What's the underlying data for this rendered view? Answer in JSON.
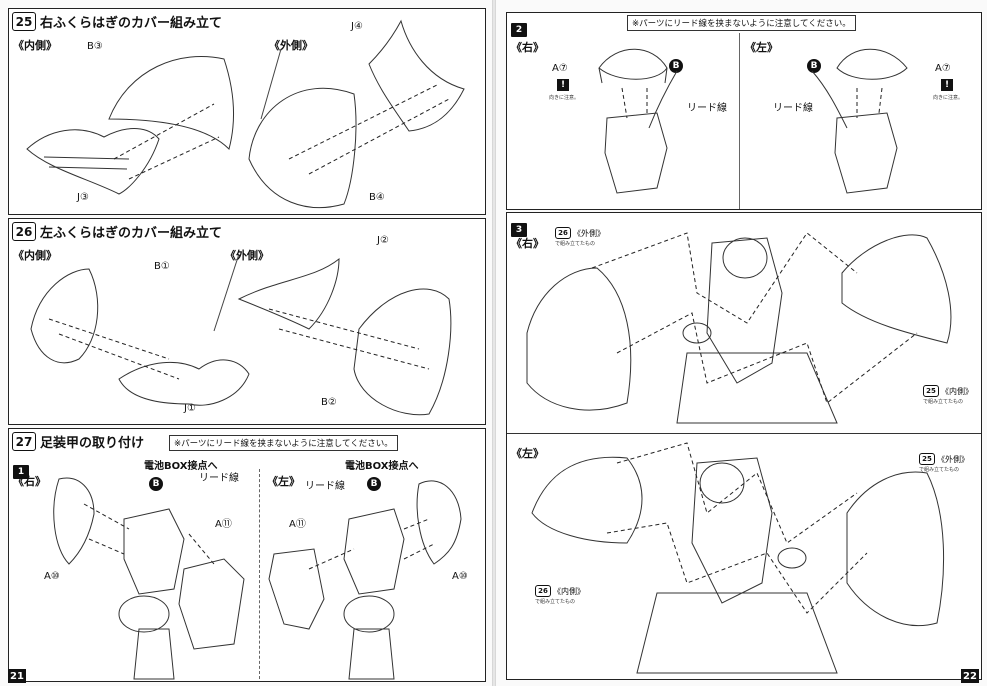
{
  "left_page": {
    "page_number": "21",
    "step25": {
      "number": "25",
      "title": "右ふくらはぎのカバー組み立て",
      "inner_label": "《内側》",
      "outer_label": "《外側》",
      "parts": {
        "b3": "B③",
        "j3": "J③",
        "j4": "J④",
        "b4": "B④"
      }
    },
    "step26": {
      "number": "26",
      "title": "左ふくらはぎのカバー組み立て",
      "inner_label": "《内側》",
      "outer_label": "《外側》",
      "parts": {
        "b1": "B①",
        "j1": "J①",
        "j2": "J②",
        "b2": "B②"
      }
    },
    "step27": {
      "number": "27",
      "title": "足装甲の取り付け",
      "note": "※パーツにリード線を挟まないように注意してください。",
      "sub_number": "1",
      "right_label": "《右》",
      "left_label": "《左》",
      "battery": "電池BOX接点へ",
      "lead_wire": "リード線",
      "marker": "B",
      "parts": {
        "a11": "A⑪",
        "a10": "A⑩"
      }
    }
  },
  "right_page": {
    "page_number": "22",
    "step2": {
      "number": "2",
      "note": "※パーツにリード線を挟まないように注意してください。",
      "right_label": "《右》",
      "left_label": "《左》",
      "part_a7": "A⑦",
      "marker": "B",
      "lead_wire": "リード線",
      "warn_symbol": "!",
      "direction_note": "向きに注意。"
    },
    "step3": {
      "number": "3",
      "right_label": "《右》",
      "left_label": "《左》",
      "ref_outer": "《外側》",
      "ref_inner": "《内側》",
      "ref_num_outer": "26",
      "ref_num_inner": "25",
      "ref_num_outer_b": "25",
      "ref_num_inner_b": "26",
      "ref_caption": "で組み立てたもの"
    }
  }
}
